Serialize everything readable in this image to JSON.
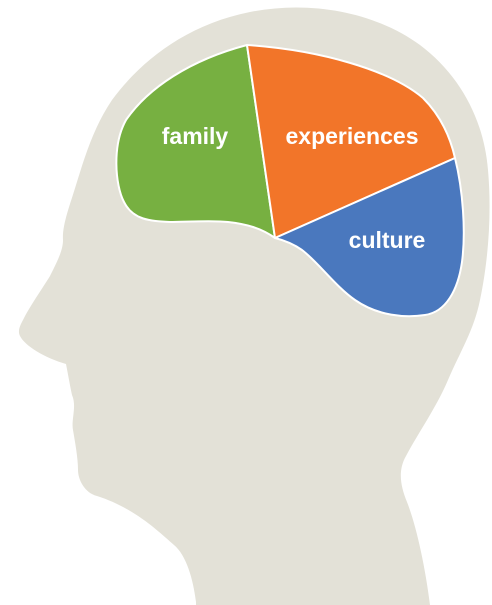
{
  "diagram": {
    "head": {
      "fill": "#e3e1d7"
    },
    "brain": {
      "outline": "#ffffff",
      "regions": [
        {
          "id": "family",
          "label": "family",
          "color": "#77b041"
        },
        {
          "id": "experiences",
          "label": "experiences",
          "color": "#f27529"
        },
        {
          "id": "culture",
          "label": "culture",
          "color": "#4a78be"
        }
      ],
      "label_color": "#ffffff"
    }
  }
}
